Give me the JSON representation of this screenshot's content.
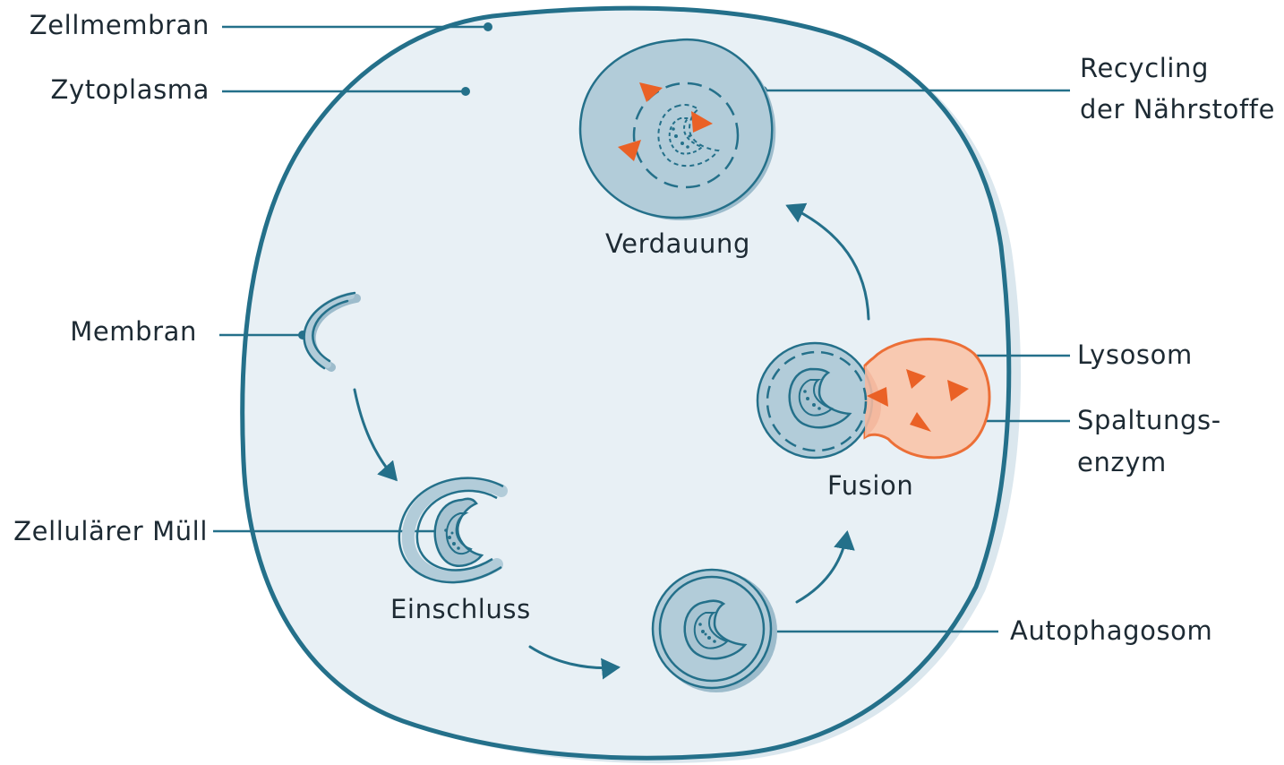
{
  "labels": {
    "zellmembran": "Zellmembran",
    "zytoplasma": "Zytoplasma",
    "membran": "Membran",
    "zellulaerer_muell": "Zellulärer Müll",
    "einschluss": "Einschluss",
    "autophagosom": "Autophagosom",
    "fusion": "Fusion",
    "lysosom": "Lysosom",
    "spaltungsenzym_line1": "Spaltungs-",
    "spaltungsenzym_line2": "enzym",
    "verdauung": "Verdauung",
    "recycling_line1": "Recycling",
    "recycling_line2": "der Nährstoffe"
  },
  "colors": {
    "membrane": "#24708a",
    "cytoplasm": "#e8f0f5",
    "vesicle": "#b2ccd9",
    "vesicle_shadow": "#9dbccc",
    "lysosome_fill": "#f8c9b1",
    "lysosome_stroke": "#ec6f37",
    "enzyme": "#ea6126",
    "text": "#1d2a33",
    "leader": "#24708a"
  }
}
